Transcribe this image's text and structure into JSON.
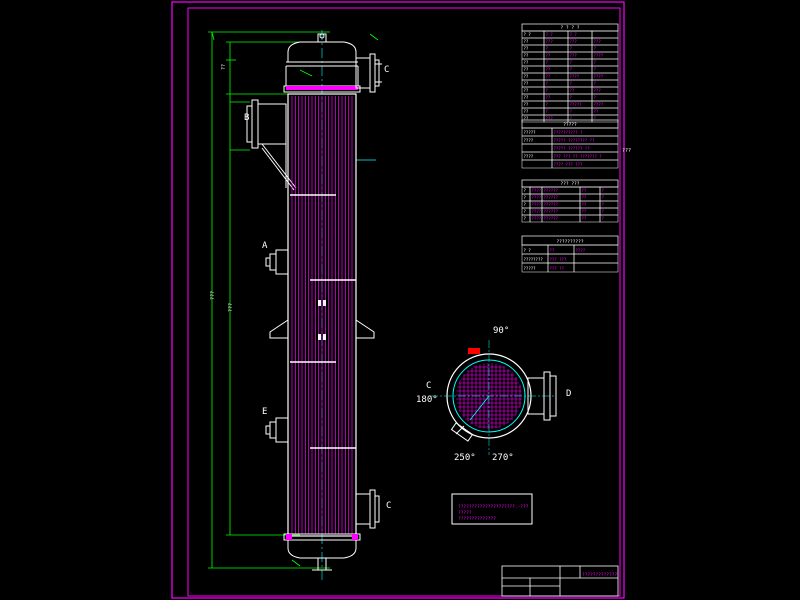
{
  "drawing": {
    "background": "#000000",
    "colors": {
      "frame": "#ff00ff",
      "shell": "#ffffff",
      "tubes": "#ff00ff",
      "dimension": "#00ff00",
      "centerline": "#00ffff",
      "text": "#ffffff",
      "highlight": "#ff0000"
    }
  },
  "labels": {
    "section_angle_top": "90°",
    "section_angle_left": "180°",
    "section_angle_bottom_left": "250°",
    "section_angle_bottom": "270°",
    "nozzle_c": "C",
    "nozzle_d": "D",
    "nozzle_b": "B",
    "nozzle_a": "A",
    "nozzle_e": "E",
    "note_line1": "?????????????????????.-???",
    "note_line2": "?????",
    "note_line3": "??????????????",
    "side_mark": "???",
    "title_block_name": "?????????????"
  },
  "tables": {
    "spec_title": "? ? ? ?",
    "spec_header": [
      "? ?",
      "? ?",
      "? ?"
    ],
    "spec_rows": [
      [
        "??",
        "???",
        "???",
        "???"
      ],
      [
        "??",
        "?",
        "?",
        "?"
      ],
      [
        "??",
        "??",
        "???",
        "????"
      ],
      [
        "??",
        "?",
        "?",
        "?"
      ],
      [
        "??",
        "??",
        "?",
        "?"
      ],
      [
        "??",
        "??",
        "????",
        "????"
      ],
      [
        "??",
        "?",
        "?",
        "?"
      ],
      [
        "??",
        "?",
        "??",
        "???"
      ],
      [
        "??",
        "??",
        "?",
        "?"
      ],
      [
        "??",
        "?",
        "?????",
        "????"
      ],
      [
        "??",
        "?",
        "?",
        "??"
      ],
      [
        "??",
        "???",
        "?",
        "?"
      ]
    ],
    "std_title": "?????",
    "std_rows": [
      [
        "?????",
        "?????????? ?"
      ],
      [
        "????",
        "????? ???????? ??"
      ],
      [
        "",
        "????? ?????? ??"
      ],
      [
        "????",
        "??? ??? ?? ??????? ?"
      ],
      [
        "",
        "???? ??? ???"
      ]
    ],
    "nozzle_title": "??? ???",
    "nozzle_rows": [
      [
        "?",
        "????",
        "??????",
        "??",
        "?"
      ],
      [
        "?",
        "????",
        "??????",
        "??",
        "?"
      ],
      [
        "?",
        "????",
        "??????",
        "??",
        "?"
      ],
      [
        "?",
        "????",
        "??????",
        "??",
        "?"
      ],
      [
        "?",
        "????",
        "??????",
        "??",
        "?"
      ]
    ],
    "inspect_title": "??????????",
    "inspect_rows": [
      [
        "? ?",
        "??",
        "????"
      ],
      [
        "????????",
        "???  ???",
        ""
      ],
      [
        "?????",
        "???  ??",
        ""
      ]
    ]
  },
  "dimensions": {
    "overall_height_label": "???",
    "shell_length_label": "???",
    "top_offset_label": "??"
  }
}
